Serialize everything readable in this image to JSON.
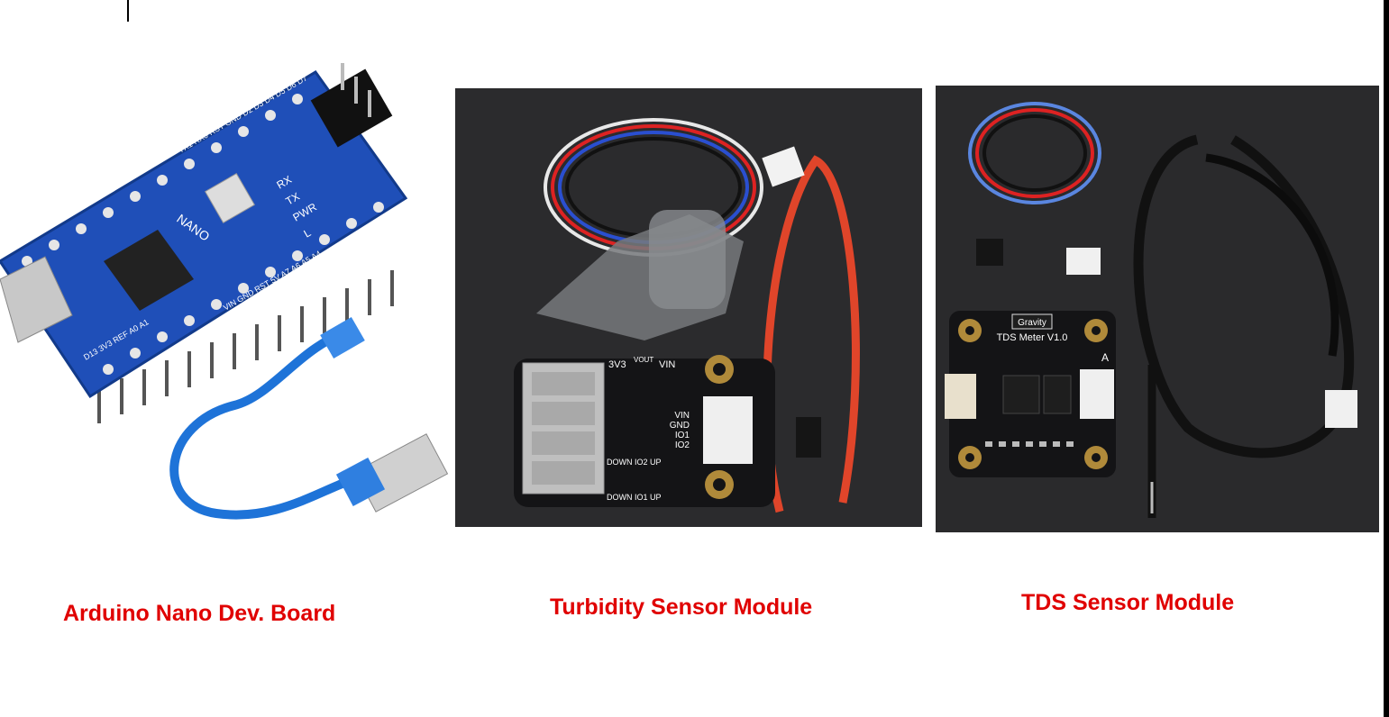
{
  "colors": {
    "caption": "#e00000",
    "board_blue": "#1f4fb8",
    "module_black": "#141416"
  },
  "products": [
    {
      "caption": "Arduino Nano Dev. Board",
      "image": "arduino-nano-with-usb-cable"
    },
    {
      "caption": "Turbidity Sensor Module",
      "image": "turbidity-sensor-kit"
    },
    {
      "caption": "TDS Sensor Module",
      "image": "tds-sensor-kit"
    }
  ],
  "board_labels": {
    "nano": "NANO",
    "rx": "RX",
    "tx": "TX",
    "pwr": "PWR",
    "l": "L",
    "top_pins": "TX1 RX0 RST GND D2 D3 D4 D5 D6 D7",
    "bottom_pins": "VIN GND RST 5V A7 A6 A5 A4",
    "left_pins": "D13 3V3 REF A0 A1"
  },
  "turbidity_labels": {
    "v3": "3V3",
    "vout": "VOUT",
    "vin": "VIN",
    "pin_vin": "VIN",
    "pin_gnd": "GND",
    "pin_io1": "IO1",
    "pin_io2": "IO2",
    "io2": "DOWN IO2 UP",
    "io1": "DOWN IO1 UP"
  },
  "tds_labels": {
    "brand": "Gravity",
    "title": "TDS Meter V1.0",
    "a": "A"
  }
}
